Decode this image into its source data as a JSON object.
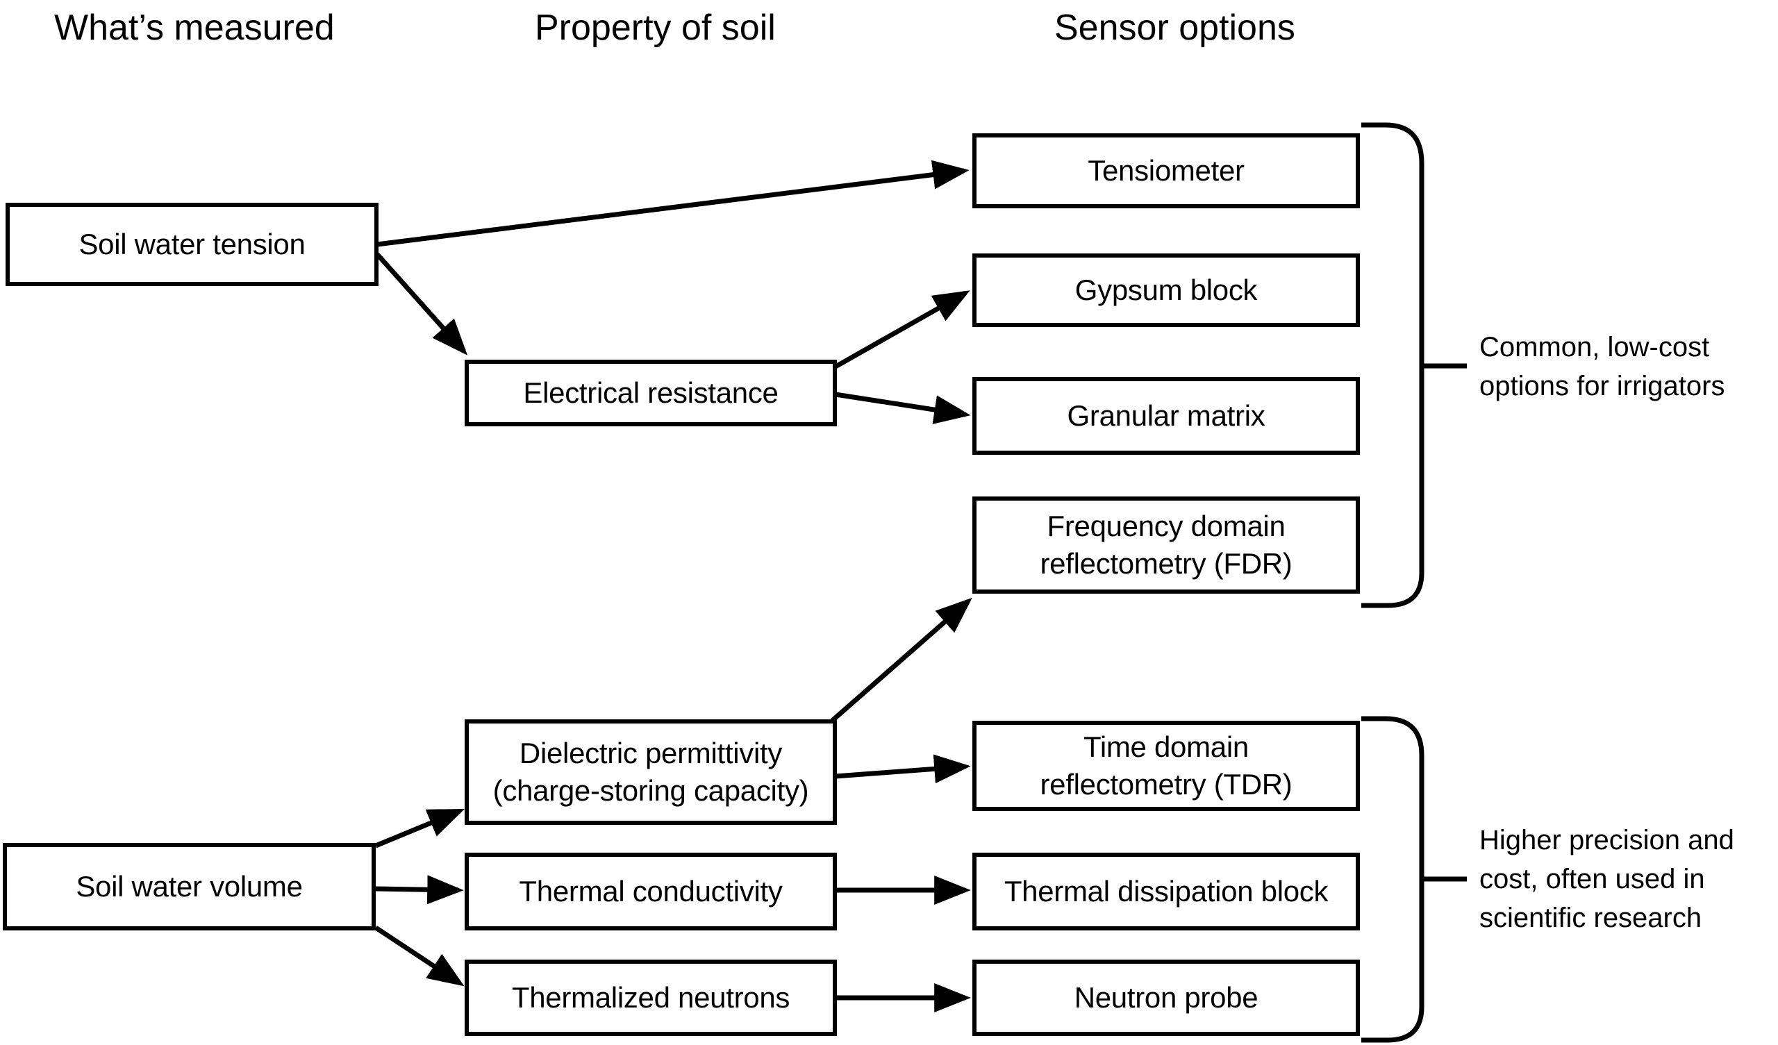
{
  "headers": [
    {
      "label": "What’s measured"
    },
    {
      "label": "Property of soil"
    },
    {
      "label": "Sensor options"
    }
  ],
  "nodes": {
    "soil_water_tension": {
      "label": "Soil water tension"
    },
    "soil_water_volume": {
      "label": "Soil water volume"
    },
    "electrical_resistance": {
      "label": "Electrical resistance"
    },
    "dielectric_permittivity": {
      "label": "Dielectric permittivity\n(charge-storing capacity)"
    },
    "thermal_conductivity": {
      "label": "Thermal conductivity"
    },
    "thermalized_neutrons": {
      "label": "Thermalized neutrons"
    },
    "tensiometer": {
      "label": "Tensiometer"
    },
    "gypsum_block": {
      "label": "Gypsum block"
    },
    "granular_matrix": {
      "label": "Granular matrix"
    },
    "fdr": {
      "label": "Frequency domain\nreflectometry (FDR)"
    },
    "tdr": {
      "label": "Time domain\nreflectometry (TDR)"
    },
    "thermal_dissipation_block": {
      "label": "Thermal dissipation block"
    },
    "neutron_probe": {
      "label": "Neutron probe"
    }
  },
  "annotations": {
    "common": {
      "label": "Common, low-cost\noptions for irrigators"
    },
    "precision": {
      "label": "Higher precision and\ncost, often used in\nscientific research"
    }
  },
  "edges": [
    {
      "from": "soil_water_tension",
      "to": "tensiometer"
    },
    {
      "from": "soil_water_tension",
      "to": "electrical_resistance"
    },
    {
      "from": "electrical_resistance",
      "to": "gypsum_block"
    },
    {
      "from": "electrical_resistance",
      "to": "granular_matrix"
    },
    {
      "from": "dielectric_permittivity",
      "to": "fdr"
    },
    {
      "from": "dielectric_permittivity",
      "to": "tdr"
    },
    {
      "from": "soil_water_volume",
      "to": "dielectric_permittivity"
    },
    {
      "from": "soil_water_volume",
      "to": "thermal_conductivity"
    },
    {
      "from": "soil_water_volume",
      "to": "thermalized_neutrons"
    },
    {
      "from": "thermal_conductivity",
      "to": "thermal_dissipation_block"
    },
    {
      "from": "thermalized_neutrons",
      "to": "neutron_probe"
    }
  ],
  "groups": [
    {
      "annotation": "common",
      "members": [
        "tensiometer",
        "gypsum_block",
        "granular_matrix",
        "fdr"
      ]
    },
    {
      "annotation": "precision",
      "members": [
        "tdr",
        "thermal_dissipation_block",
        "neutron_probe"
      ]
    }
  ],
  "colors": {
    "line": "#000000",
    "box_border": "#000000",
    "background": "#ffffff",
    "text": "#000000"
  }
}
